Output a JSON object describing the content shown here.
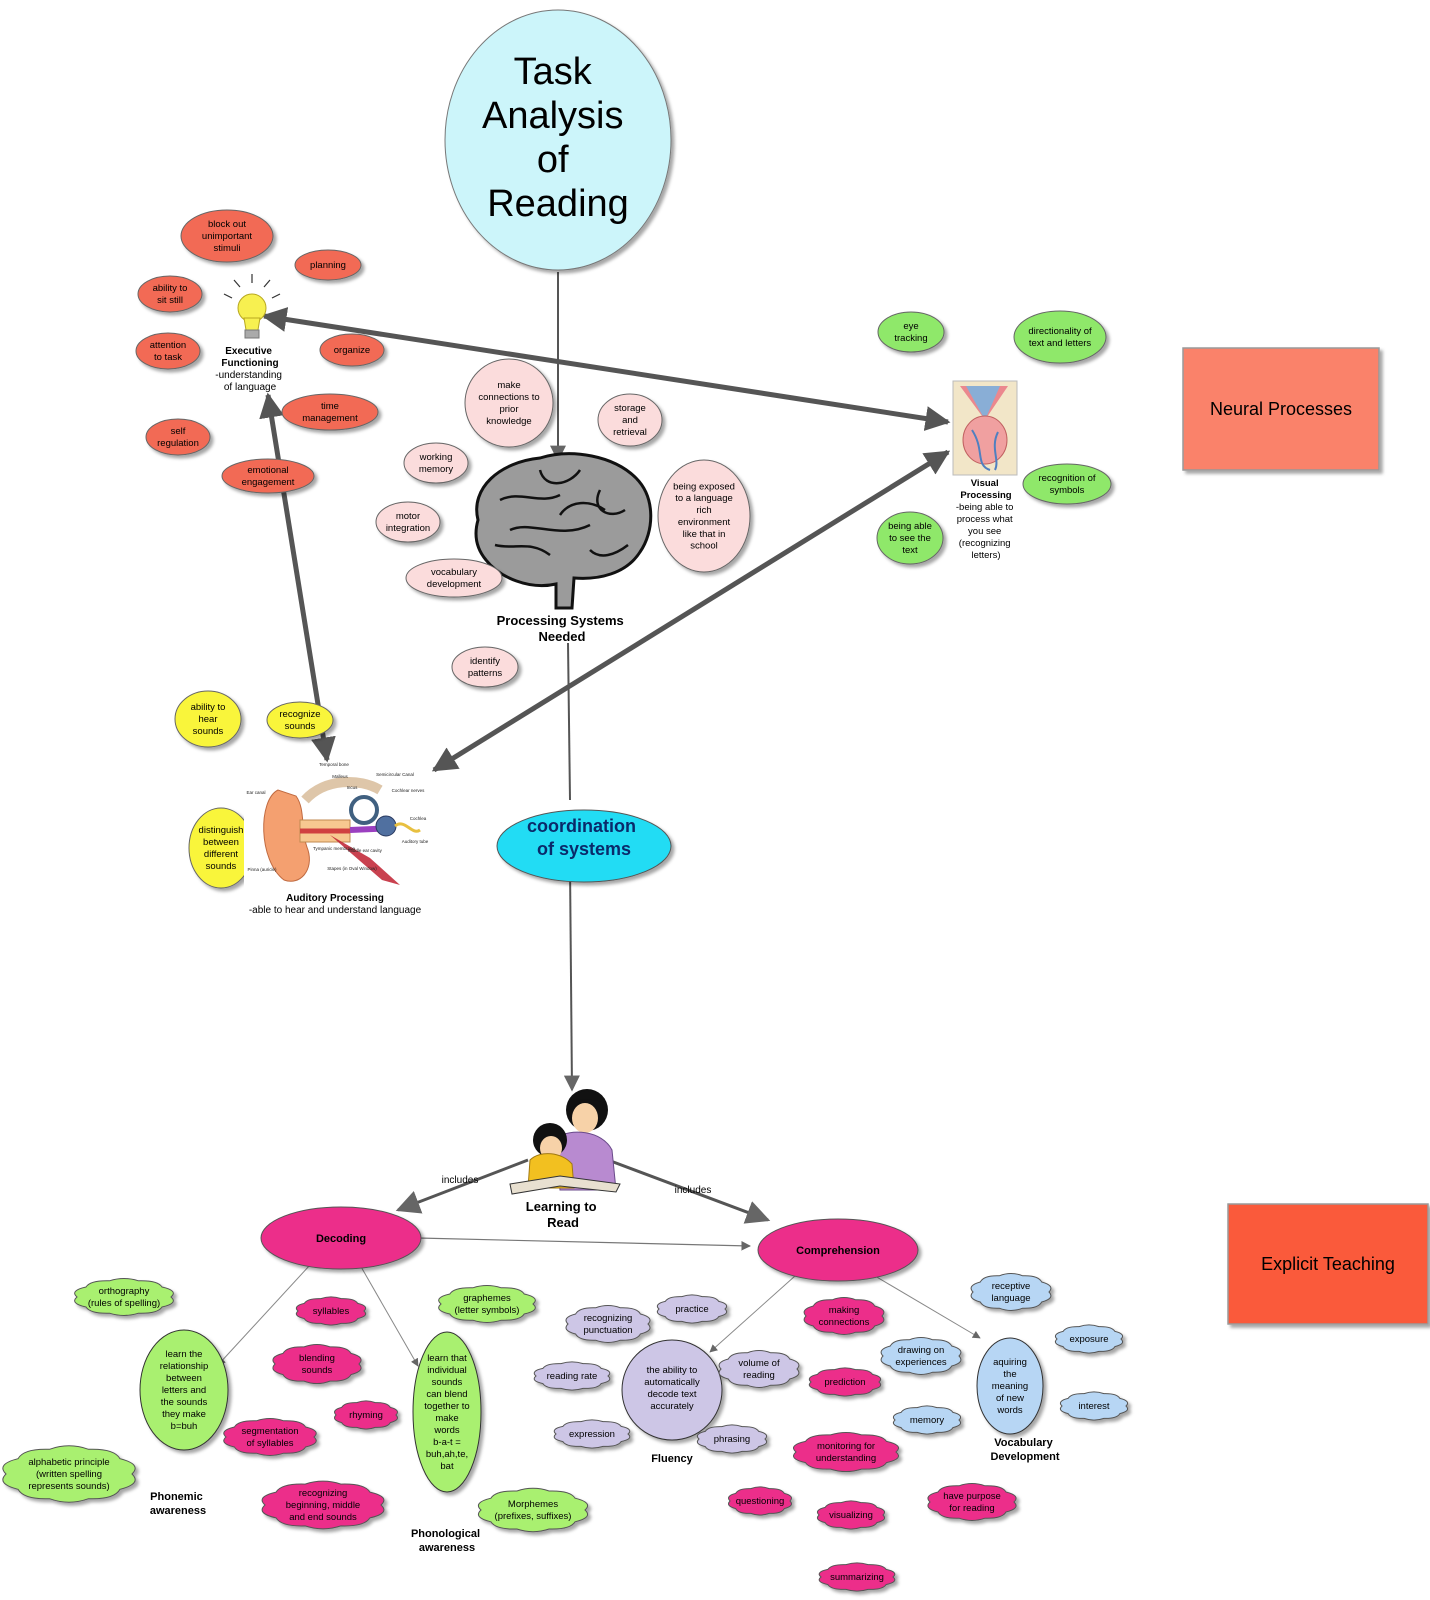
{
  "title": [
    "Task",
    "Analysis",
    "of",
    "Reading"
  ],
  "hub": {
    "processing": [
      "Processing Systems",
      "Needed"
    ],
    "coordination": [
      "coordination",
      "of systems"
    ],
    "learning": [
      "Learning to",
      "Read"
    ]
  },
  "executive": {
    "label": [
      "Executive",
      "Functioning"
    ],
    "desc": [
      "-understanding",
      "of language"
    ]
  },
  "visual": {
    "label": [
      "Visual",
      "Processing"
    ],
    "desc": [
      "-being able to",
      "process what",
      "you see",
      "(recognizing",
      "letters)"
    ]
  },
  "auditory": {
    "label": [
      "Auditory Processing"
    ],
    "desc": [
      "-able to hear and understand language"
    ]
  },
  "ear_labels": [
    "Temporal bone",
    "Malleus",
    "Incus",
    "Semicircular Canal",
    "Ear canal",
    "Cochlear nerves",
    "Cochlea",
    "Auditory tube",
    "Tympanic membrane",
    "Middle ear cavity",
    "Pinna (auricle)",
    "Stapes (in Oval Window)"
  ],
  "exec_nodes": [
    [
      "block out",
      "unimportant",
      "stimuli"
    ],
    [
      "planning"
    ],
    [
      "ability to",
      "sit still"
    ],
    [
      "attention",
      "to task"
    ],
    [
      "organize"
    ],
    [
      "time",
      "management"
    ],
    [
      "self",
      "regulation"
    ],
    [
      "emotional",
      "engagement"
    ]
  ],
  "processing_nodes": [
    [
      "make",
      "connections to",
      "prior",
      "knowledge"
    ],
    [
      "storage",
      "and",
      "retrieval"
    ],
    [
      "working",
      "memory"
    ],
    [
      "motor",
      "integration"
    ],
    [
      "vocabulary",
      "development"
    ],
    [
      "being exposed",
      "to a language",
      "rich",
      "environment",
      "like that in",
      "school"
    ],
    [
      "identify",
      "patterns"
    ]
  ],
  "visual_nodes": [
    [
      "eye",
      "tracking"
    ],
    [
      "directionality of",
      "text and letters"
    ],
    [
      "recognition of",
      "symbols"
    ],
    [
      "being able",
      "to see the",
      "text"
    ]
  ],
  "auditory_nodes": [
    [
      "ability to",
      "hear",
      "sounds"
    ],
    [
      "recognize",
      "sounds"
    ],
    [
      "distinguish",
      "between",
      "different",
      "sounds"
    ]
  ],
  "boxes": {
    "neural": "Neural Processes",
    "explicit": "Explicit Teaching"
  },
  "edge_labels": {
    "left": "includes",
    "right": "includes"
  },
  "decoding": {
    "label": "Decoding",
    "phonemic_label": [
      "Phonemic",
      "awareness"
    ],
    "phonological_label": [
      "Phonological",
      "awareness"
    ],
    "phonemic": [
      "learn the",
      "relationship",
      "between",
      "letters and",
      "the sounds",
      "they make",
      "b=buh"
    ],
    "phonological": [
      "learn that",
      "individual",
      "sounds",
      "can blend",
      "together to",
      "make",
      "words",
      "b-a-t =",
      "buh,ah,te,",
      "bat"
    ],
    "green_clouds": [
      [
        "orthography",
        "(rules of spelling)"
      ],
      [
        "alphabetic principle",
        "(written spelling",
        "represents sounds)"
      ],
      [
        "graphemes",
        "(letter symbols)"
      ],
      [
        "Morphemes",
        "(prefixes, suffixes)"
      ]
    ],
    "pink_clouds": [
      [
        "syllables"
      ],
      [
        "blending",
        "sounds"
      ],
      [
        "rhyming"
      ],
      [
        "segmentation",
        "of syllables"
      ],
      [
        "recognizing",
        "beginning, middle",
        "and end sounds"
      ]
    ]
  },
  "comprehension": {
    "label": "Comprehension",
    "fluency_label": "Fluency",
    "vocab_label": [
      "Vocabulary",
      "Development"
    ],
    "fluency": [
      "the ability to",
      "automatically",
      "decode text",
      "accurately"
    ],
    "vocab": [
      "aquiring",
      "the",
      "meaning",
      "of new",
      "words"
    ],
    "purple_clouds": [
      [
        "recognizing",
        "punctuation"
      ],
      [
        "practice"
      ],
      [
        "reading rate"
      ],
      [
        "volume of",
        "reading"
      ],
      [
        "expression"
      ],
      [
        "phrasing"
      ]
    ],
    "pink_clouds": [
      [
        "making",
        "connections"
      ],
      [
        "prediction"
      ],
      [
        "monitoring for",
        "understanding"
      ],
      [
        "questioning"
      ],
      [
        "visualizing"
      ],
      [
        "have purpose",
        "for reading"
      ],
      [
        "summarizing"
      ]
    ],
    "blue_clouds": [
      [
        "receptive",
        "language"
      ],
      [
        "exposure"
      ],
      [
        "drawing on",
        "experiences"
      ],
      [
        "interest"
      ],
      [
        "memory"
      ]
    ]
  },
  "colors": {
    "title_fill": "#ccf5fa",
    "coord_fill": "#22dcf4",
    "exec_fill": "#f26b55",
    "proc_fill": "#fbdcdc",
    "visual_fill": "#8fe86b",
    "aud_fill": "#f9f53a",
    "magenta": "#ec2d8a",
    "green_cloud": "#a9f070",
    "purple_cloud": "#cdc6e6",
    "blue_cloud": "#b7d6f4",
    "neural_box": "#fa826a",
    "explicit_box": "#fa5a3a"
  }
}
